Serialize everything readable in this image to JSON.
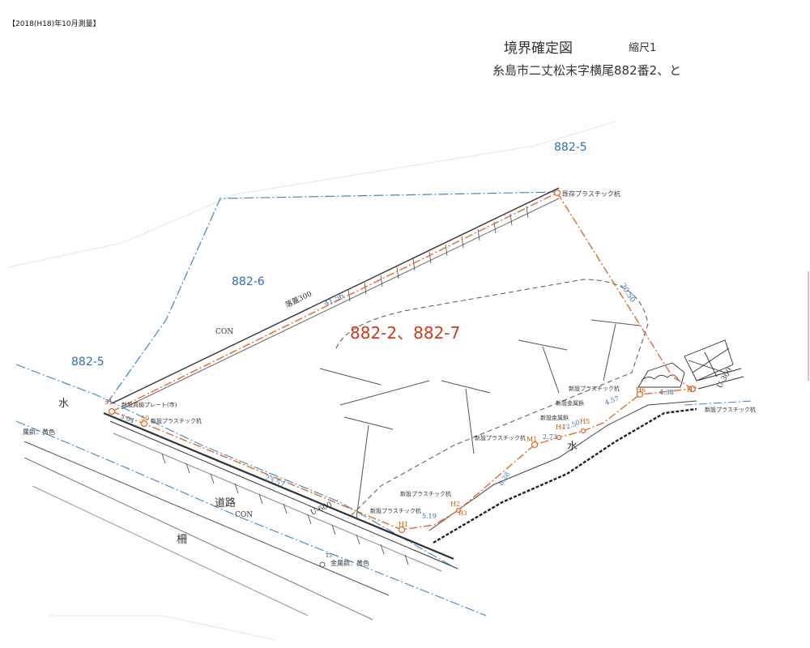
{
  "header": {
    "survey_note": "【2018(H18)年10月測量】",
    "title": "境界確定図",
    "scale": "縮尺1",
    "address": "糸島市二丈松末字横尾882番2、と"
  },
  "parcels": {
    "target": "882-2、882-7",
    "neighbor_top": "882-5",
    "neighbor_left": "882-5",
    "neighbor_upper_left": "882-6"
  },
  "labels": {
    "drain": "落蓋300",
    "con1": "CON",
    "con2": "CON",
    "water1": "水",
    "water2": "水",
    "road": "道路",
    "fence": "柵",
    "u600": "U-600",
    "u300": "U-300",
    "metal_yellow_left": "属鋲：黄色",
    "metal_yellow_bottom": "金属鋲：黄色",
    "t5": "T5"
  },
  "stakes": {
    "existing_plastic": "既存プラスチック杭",
    "new_brass_plate": "新設真鍮プレート(市)",
    "new_plastic_50": "新設プラスチック杭",
    "new_plastic_h7": "新設プラスチック杭",
    "new_plastic_m1": "新設プラスチック杭",
    "new_plastic_h6": "新設プラスチック杭",
    "new_metal_h5": "新設金属鋲",
    "new_metal_h4": "新設金属鋲",
    "new_plastic_h2": "新設プラスチック杭",
    "new_plastic_h1": "新設プラスチック杭"
  },
  "points": {
    "p51": "51",
    "p50": "50",
    "h1": "H1",
    "h2": "H2",
    "h3": "H3",
    "h4": "H4",
    "h5": "H5",
    "h6": "H6",
    "h7": "H7",
    "m1": "M1"
  },
  "distances": {
    "d_top": "41.56",
    "d_right": "20.50",
    "d_51_50": "3.04",
    "d_50_h1": "23.57",
    "d_h1_h2": "5.19",
    "d_h2_m1": "8.28",
    "d_m1_h4": "2.73",
    "d_h4_h5": "2.50",
    "d_h5_h6": "4.57",
    "d_h6_h7": "4.38"
  },
  "colors": {
    "boundary": "#e06a2a",
    "parcel_line": "#3d86c6",
    "target_label": "#d23b1a",
    "structure": "#333333"
  }
}
